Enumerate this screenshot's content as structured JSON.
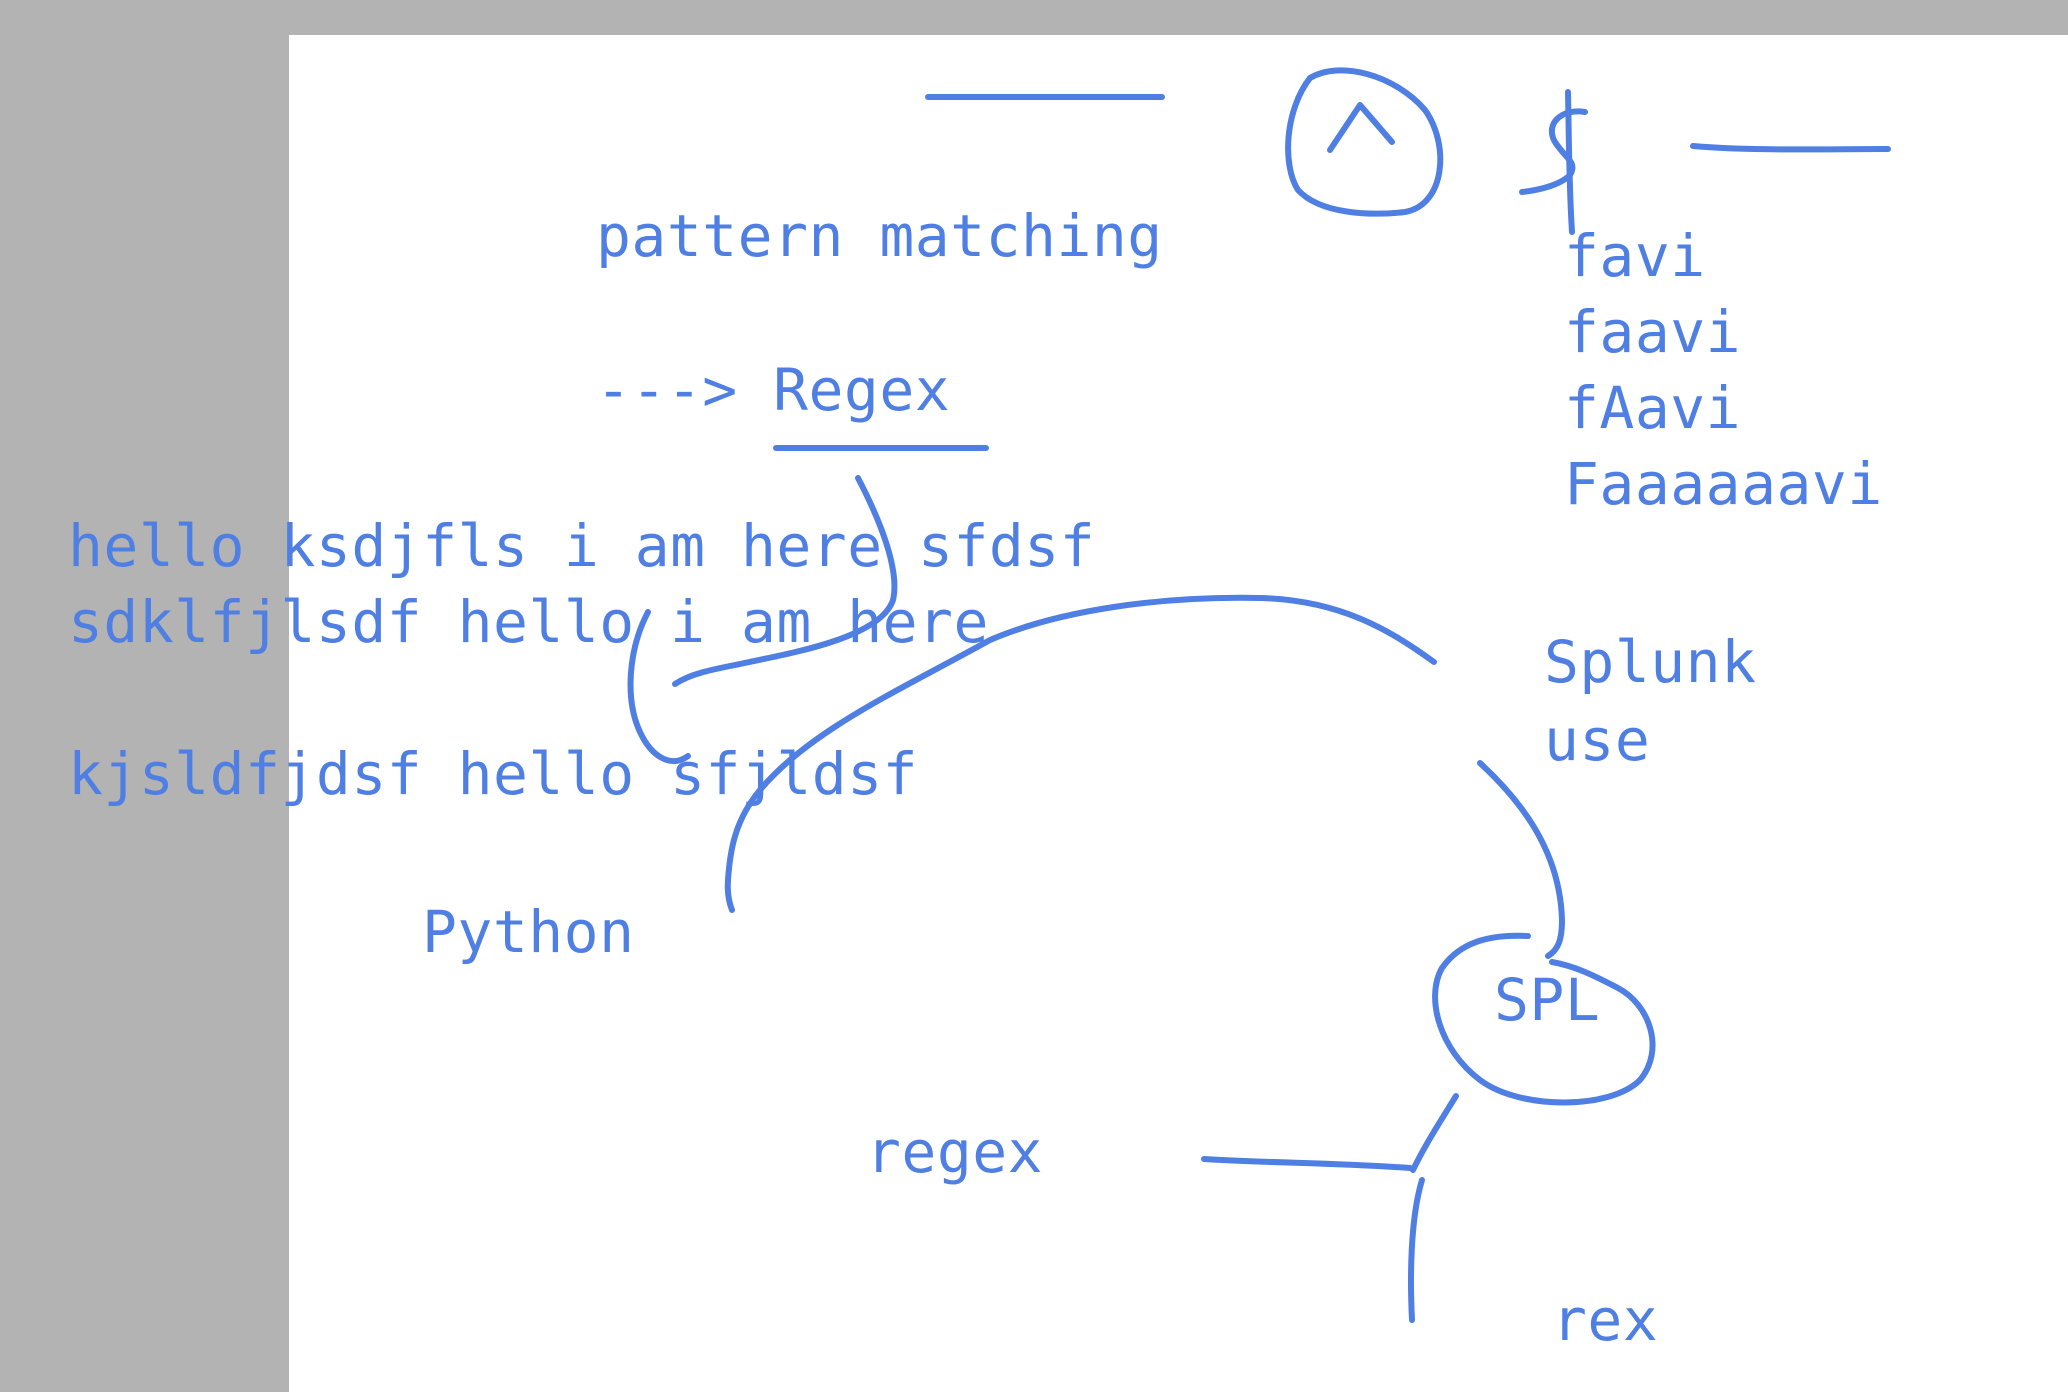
{
  "whiteboard": {
    "ink_color": "#4f7fe3",
    "background": "#ffffff",
    "outer_background": "#b3b3b3",
    "texts": {
      "pattern_matching": "pattern matching",
      "arrow_regex": "---> Regex",
      "sample_line_1": "hello ksdjfls i am here sfdsf",
      "sample_line_2": "sdklfjlsdf hello i am here",
      "sample_line_3": "kjsldfjdsf hello sfjldsf",
      "python": "Python",
      "regex_lower": "regex",
      "splunk": "Splunk",
      "use": "use",
      "spl": "SPL",
      "rex": "rex",
      "favi_1": "favi",
      "favi_2": "faavi",
      "favi_3": "fAavi",
      "favi_4": "Faaaaaavi"
    }
  }
}
